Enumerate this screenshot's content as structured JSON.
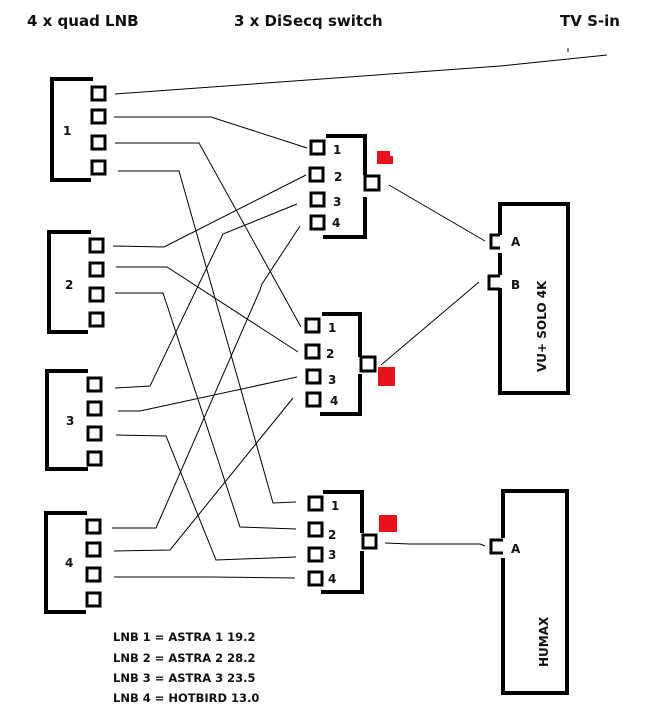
{
  "headers": {
    "lnb": "4 x quad LNB",
    "switch": "3 x DiSecq switch",
    "tv": "TV  S-in"
  },
  "lnbs": [
    {
      "id": "1",
      "label": "1"
    },
    {
      "id": "2",
      "label": "2"
    },
    {
      "id": "3",
      "label": "3"
    },
    {
      "id": "4",
      "label": "4"
    }
  ],
  "switches": [
    {
      "id": "sw1",
      "ports": [
        "1",
        "2",
        "3",
        "4"
      ],
      "indicator_color": "#e8141c"
    },
    {
      "id": "sw2",
      "ports": [
        "1",
        "2",
        "3",
        "4"
      ],
      "indicator_color": "#e8141c"
    },
    {
      "id": "sw3",
      "ports": [
        "1",
        "2",
        "3",
        "4"
      ],
      "indicator_color": "#e8141c"
    }
  ],
  "receivers": [
    {
      "id": "vu",
      "name": "VU+  SOLO 4K",
      "inputs": [
        "A",
        "B"
      ]
    },
    {
      "id": "humax",
      "name": "HUMAX",
      "inputs": [
        "A"
      ]
    }
  ],
  "connections": [
    {
      "from": "LNB1-out1",
      "to": "TV S-in"
    },
    {
      "from": "LNB1-out2",
      "to": "SW1-in1"
    },
    {
      "from": "LNB1-out3",
      "to": "SW2-in1"
    },
    {
      "from": "LNB1-out4",
      "to": "SW3-in1"
    },
    {
      "from": "LNB2-out1",
      "to": "SW1-in2"
    },
    {
      "from": "LNB2-out2",
      "to": "SW2-in2"
    },
    {
      "from": "LNB2-out3",
      "to": "SW3-in2"
    },
    {
      "from": "LNB3-out1",
      "to": "SW1-in3"
    },
    {
      "from": "LNB3-out2",
      "to": "SW2-in3"
    },
    {
      "from": "LNB3-out3",
      "to": "SW3-in3"
    },
    {
      "from": "LNB4-out1",
      "to": "SW1-in4"
    },
    {
      "from": "LNB4-out2",
      "to": "SW2-in4"
    },
    {
      "from": "LNB4-out3",
      "to": "SW3-in4"
    },
    {
      "from": "SW1-out",
      "to": "VU-A"
    },
    {
      "from": "SW2-out",
      "to": "VU-B"
    },
    {
      "from": "SW3-out",
      "to": "HUMAX-A"
    }
  ],
  "legend": [
    "LNB 1 = ASTRA 1  19.2",
    "LNB 2 = ASTRA 2  28.2",
    "LNB 3 = ASTRA 3  23.5",
    "LNB 4 = HOTBIRD 13.0"
  ]
}
